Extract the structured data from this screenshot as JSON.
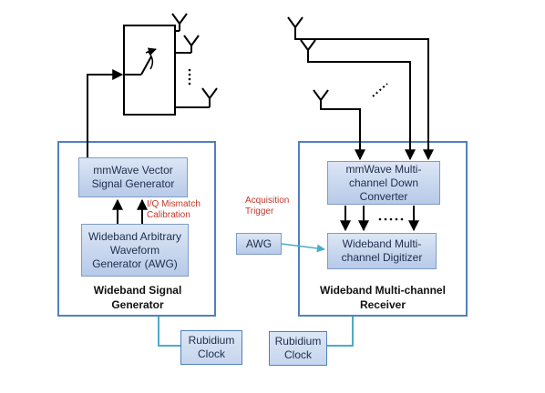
{
  "generator": {
    "vector_sg": "mmWave Vector Signal Generator",
    "awg": "Wideband Arbitrary Waveform Generator (AWG)",
    "caption": "Wideband Signal Generator",
    "iq_note": "I/Q Mismatch Calibration"
  },
  "receiver": {
    "down_converter": "mmWave Multi-channel Down Converter",
    "digitizer": "Wideband Multi-channel Digitizer",
    "caption": "Wideband Multi-channel Receiver",
    "awg": "AWG",
    "trigger_note": "Acquisition Trigger"
  },
  "clocks": {
    "left": "Rubidium Clock",
    "right": "Rubidium Clock"
  },
  "colors": {
    "box_border": "#4f81bd",
    "block_fill": "#c6d6ee",
    "note_red": "#c0392b",
    "connector_teal": "#4bacc6",
    "line_black": "#000000"
  }
}
